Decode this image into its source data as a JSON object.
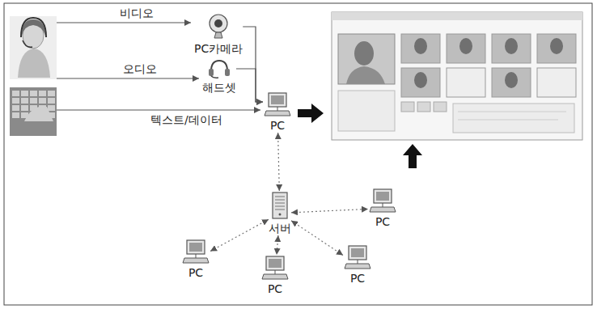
{
  "diagram": {
    "nodes": [
      {
        "text": [
          "PC카메라"
        ]
      },
      {
        "text": [
          "해드셋"
        ]
      },
      {
        "text": [
          "PC"
        ]
      },
      {
        "text": [
          "서버"
        ]
      },
      {
        "text": [
          "PC"
        ]
      },
      {
        "text": [
          "PC"
        ]
      },
      {
        "text": [
          "PC"
        ]
      },
      {
        "text": [
          "PC"
        ]
      }
    ],
    "edges": [
      {
        "from": 0,
        "to": 2,
        "arrow": "to"
      },
      {
        "from": 1,
        "to": 2,
        "arrow": "to"
      },
      {
        "from": 3,
        "to": 2,
        "arrow": "both"
      },
      {
        "from": 3,
        "to": 4,
        "arrow": "both"
      },
      {
        "from": 3,
        "to": 5,
        "arrow": "both"
      },
      {
        "from": 3,
        "to": 6,
        "arrow": "both"
      },
      {
        "from": 3,
        "to": 7,
        "arrow": "both"
      }
    ],
    "labels": [
      "비디오",
      "오디오",
      "텍스트/데이터"
    ]
  }
}
